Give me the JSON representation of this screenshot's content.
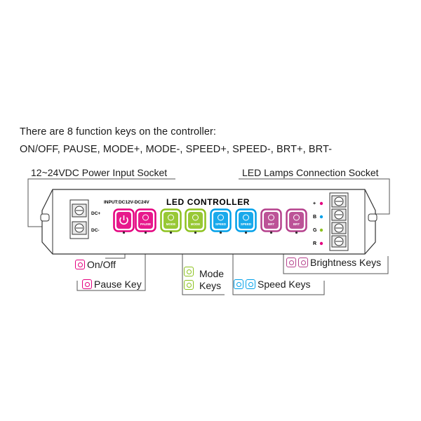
{
  "intro": {
    "line1": "There are 8 function keys on the controller:",
    "line2": "ON/OFF, PAUSE, MODE+, MODE-, SPEED+, SPEED-, BRT+, BRT-"
  },
  "callouts": {
    "power_socket": "12~24VDC Power Input Socket",
    "led_socket": "LED Lamps Connection Socket",
    "onoff": "On/Off",
    "pause": "Pause Key",
    "mode_line1": "Mode",
    "mode_line2": "Keys",
    "speed": "Speed Keys",
    "brightness": "Brightness Keys"
  },
  "device": {
    "title": "LED CONTROLLER",
    "input_label": "INPUT:DC12V-DC24V",
    "dc_plus": "DC+",
    "dc_minus": "DC-",
    "channels": [
      "+",
      "B",
      "G",
      "R"
    ],
    "channel_colors": [
      "#e4007f",
      "#00a0e9",
      "#8dc21f",
      "#e4007f"
    ],
    "keys": [
      {
        "label": "",
        "icon": "power-icon",
        "color": "#e4007f"
      },
      {
        "label": "PAUSE",
        "icon": "pause-icon",
        "color": "#e4007f"
      },
      {
        "label": "MODE",
        "icon": "mode-icon",
        "color": "#8dc21f"
      },
      {
        "label": "MODE",
        "icon": "mode-icon",
        "color": "#8dc21f"
      },
      {
        "label": "SPEED",
        "icon": "speed-icon",
        "color": "#00a0e9"
      },
      {
        "label": "SPEED",
        "icon": "speed-icon",
        "color": "#00a0e9"
      },
      {
        "label": "BRT",
        "icon": "brightness-icon",
        "color": "#b5408c"
      },
      {
        "label": "BRT",
        "icon": "brightness-icon",
        "color": "#b5408c"
      }
    ]
  },
  "colors": {
    "pink": "#e4007f",
    "green": "#8dc21f",
    "blue": "#00a0e9",
    "purple": "#b5408c",
    "line": "#555555"
  }
}
